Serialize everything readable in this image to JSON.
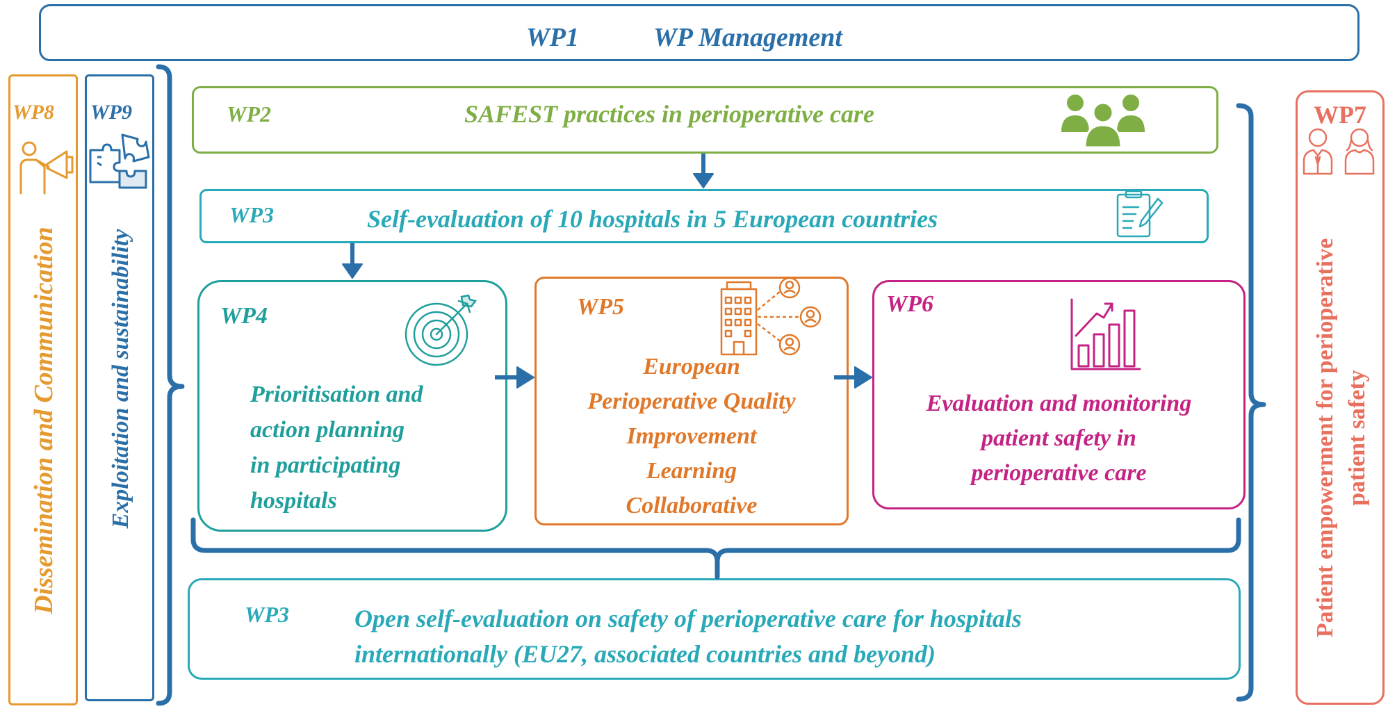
{
  "colors": {
    "wp1": "#2a6fa8",
    "wp2": "#7fae45",
    "wp3": "#29a9b8",
    "wp4": "#1f9f9c",
    "wp5": "#e0782a",
    "wp6": "#c42384",
    "wp7": "#e8705f",
    "wp8": "#e59a2f",
    "wp9": "#2a6fa8",
    "connector": "#2a6fa8"
  },
  "wp1": {
    "code": "WP1",
    "title": "WP Management"
  },
  "wp8": {
    "code": "WP8",
    "title": "Dissemination and Communication",
    "icon": "megaphone-person-icon"
  },
  "wp9": {
    "code": "WP9",
    "title": "Exploitation and sustainability",
    "icon": "puzzle-icon"
  },
  "wp7": {
    "code": "WP7",
    "title_line1": "Patient empowerment for perioperative",
    "title_line2": "patient safety",
    "icon": "patients-icon"
  },
  "wp2": {
    "code": "WP2",
    "title": "SAFEST practices in perioperative care",
    "icon": "people-group-icon"
  },
  "wp3_top": {
    "code": "WP3",
    "title": "Self-evaluation of 10 hospitals in 5  European countries",
    "icon": "clipboard-pen-icon"
  },
  "wp4": {
    "code": "WP4",
    "lines": [
      "Prioritisation and",
      "action planning",
      "in participating",
      "hospitals"
    ],
    "icon": "target-icon"
  },
  "wp5": {
    "code": "WP5",
    "lines": [
      "European",
      "Perioperative Quality",
      "Improvement",
      "Learning",
      "Collaborative"
    ],
    "icon": "hospital-network-icon"
  },
  "wp6": {
    "code": "WP6",
    "lines": [
      "Evaluation and monitoring",
      "patient safety in",
      "perioperative care"
    ],
    "icon": "bar-chart-growth-icon"
  },
  "wp3_bottom": {
    "code": "WP3",
    "lines": [
      "Open self-evaluation on safety of  perioperative care for hospitals",
      "internationally (EU27, associated countries and beyond)"
    ]
  }
}
